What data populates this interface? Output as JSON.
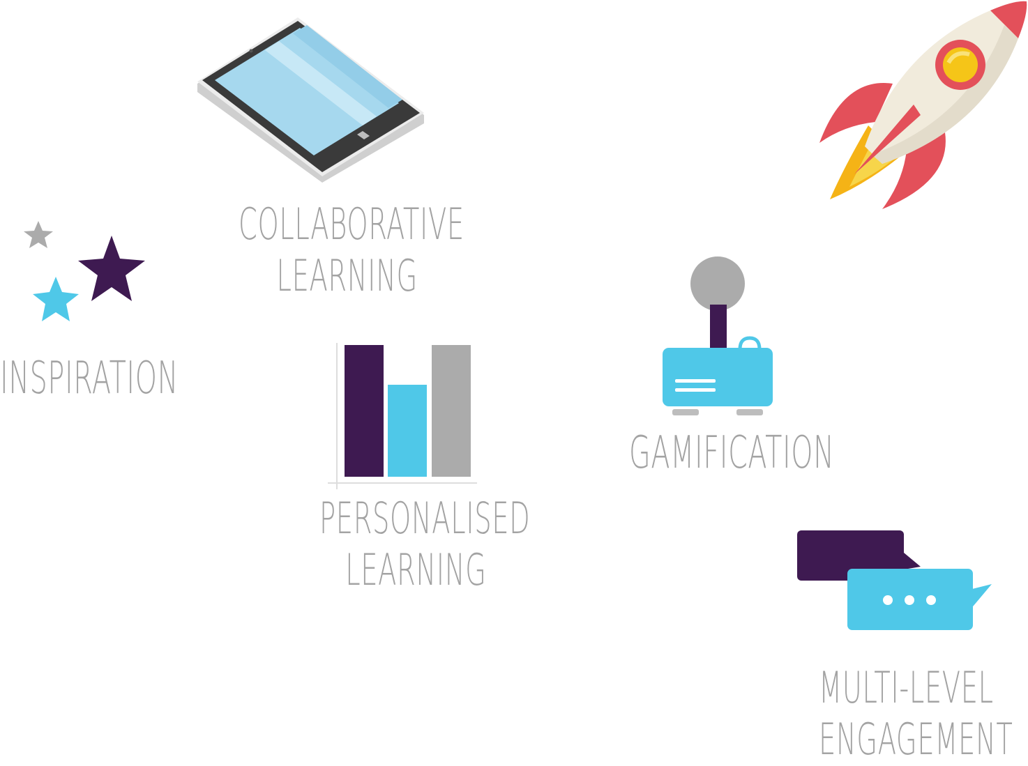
{
  "features": [
    {
      "id": "collaborative",
      "icon": "tablet-icon",
      "lines": [
        "COLLABORATIVE",
        "LEARNING"
      ]
    },
    {
      "id": "inspiration",
      "icon": "stars-icon",
      "lines": [
        "INSPIRATION"
      ]
    },
    {
      "id": "personalised",
      "icon": "bar-chart-icon",
      "lines": [
        "PERSONALISED",
        "LEARNING"
      ]
    },
    {
      "id": "gamification",
      "icon": "joystick-icon",
      "lines": [
        "GAMIFICATION"
      ]
    },
    {
      "id": "engagement",
      "icon": "chat-bubbles-icon",
      "lines": [
        "MULTI-LEVEL",
        "ENGAGEMENT"
      ]
    },
    {
      "id": "rocket",
      "icon": "rocket-icon",
      "lines": []
    }
  ],
  "colors": {
    "purple": "#3e1a51",
    "cyan": "#4fc8e8",
    "gray": "#ababab",
    "text": "#a3a3a3",
    "red": "#e3505a",
    "yellow": "#f5c518",
    "cream": "#f1ebdc"
  }
}
